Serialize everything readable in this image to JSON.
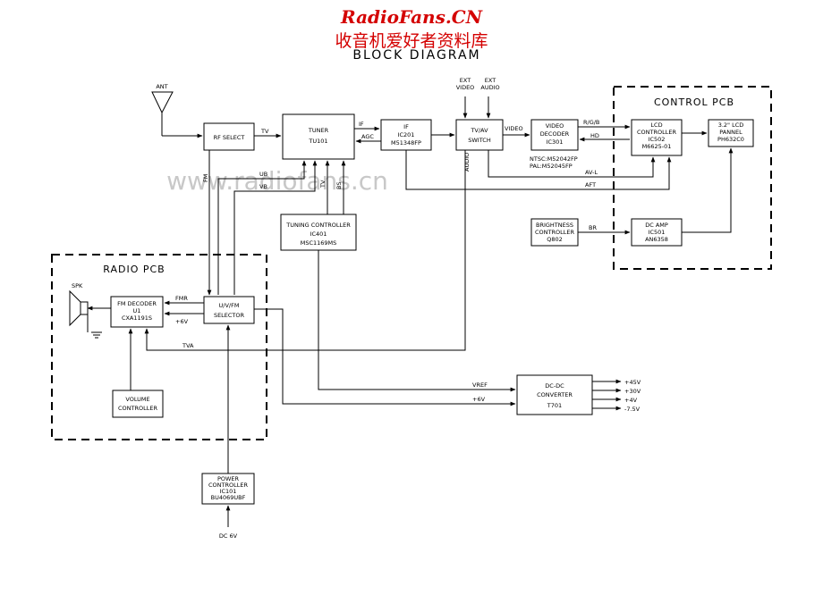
{
  "watermark": {
    "site": "RadioFans.CN",
    "chinese": "收音机爱好者资料库",
    "url": "www.radiofans.cn"
  },
  "title": "BLOCK DIAGRAM",
  "regions": {
    "control_pcb": "CONTROL PCB",
    "radio_pcb": "RADIO PCB"
  },
  "blocks": {
    "rf_select": [
      "RF SELECT"
    ],
    "tuner": [
      "TUNER",
      "TU101"
    ],
    "if": [
      "IF",
      "IC201",
      "M51348FP"
    ],
    "tvav": [
      "TV/AV",
      "SWITCH"
    ],
    "video_decoder": [
      "VIDEO",
      "DECODER",
      "IC301"
    ],
    "lcd_controller": [
      "LCD",
      "CONTROLLER",
      "IC502",
      "M6625-01"
    ],
    "lcd_panel": [
      "3.2\" LCD",
      "PANNEL",
      "PH632C0"
    ],
    "tuning_controller": [
      "TUNING CONTROLLER",
      "IC401",
      "MSC1169MS"
    ],
    "brightness": [
      "BRIGHTNESS",
      "CONTROLLER",
      "Q802"
    ],
    "dc_amp": [
      "DC AMP",
      "IC501",
      "AN6358"
    ],
    "fm_decoder": [
      "FM DECODER",
      "U1",
      "CXA1191S"
    ],
    "selector": [
      "U/V/FM",
      "SELECTOR"
    ],
    "volume": [
      "VOLUME",
      "CONTROLLER"
    ],
    "dcdc": [
      "DC-DC",
      "CONVERTER",
      "T701"
    ],
    "power": [
      "POWER",
      "CONTROLLER",
      "IC101",
      "BU4069UBF"
    ]
  },
  "labels": {
    "ant": "ANT",
    "ext_video": [
      "EXT",
      "VIDEO"
    ],
    "ext_audio": [
      "EXT",
      "AUDIO"
    ],
    "tv": "TV",
    "if": "IF",
    "agc": "AGC",
    "video": "VIDEO",
    "rgb": "R/G/B",
    "hd": "HD",
    "ntsc": "NTSC:M52042FP",
    "pal": "PAL:M52045FP",
    "avl": "AV-L",
    "aft": "AFT",
    "audio": "AUDIO",
    "fm": "FM",
    "ub": "UB",
    "vb": "VB",
    "tv_vert": "TV",
    "bs": "BS",
    "br": "BR",
    "spk": "SPK",
    "fmr": "FMR",
    "plus6v_radio": "+6V",
    "tva": "TVA",
    "vref": "VREF",
    "plus6v": "+6V",
    "out_45": "+45V",
    "out_30": "+30V",
    "out_4": "+4V",
    "out_m75": "-7.5V",
    "dc6v": "DC 6V"
  }
}
